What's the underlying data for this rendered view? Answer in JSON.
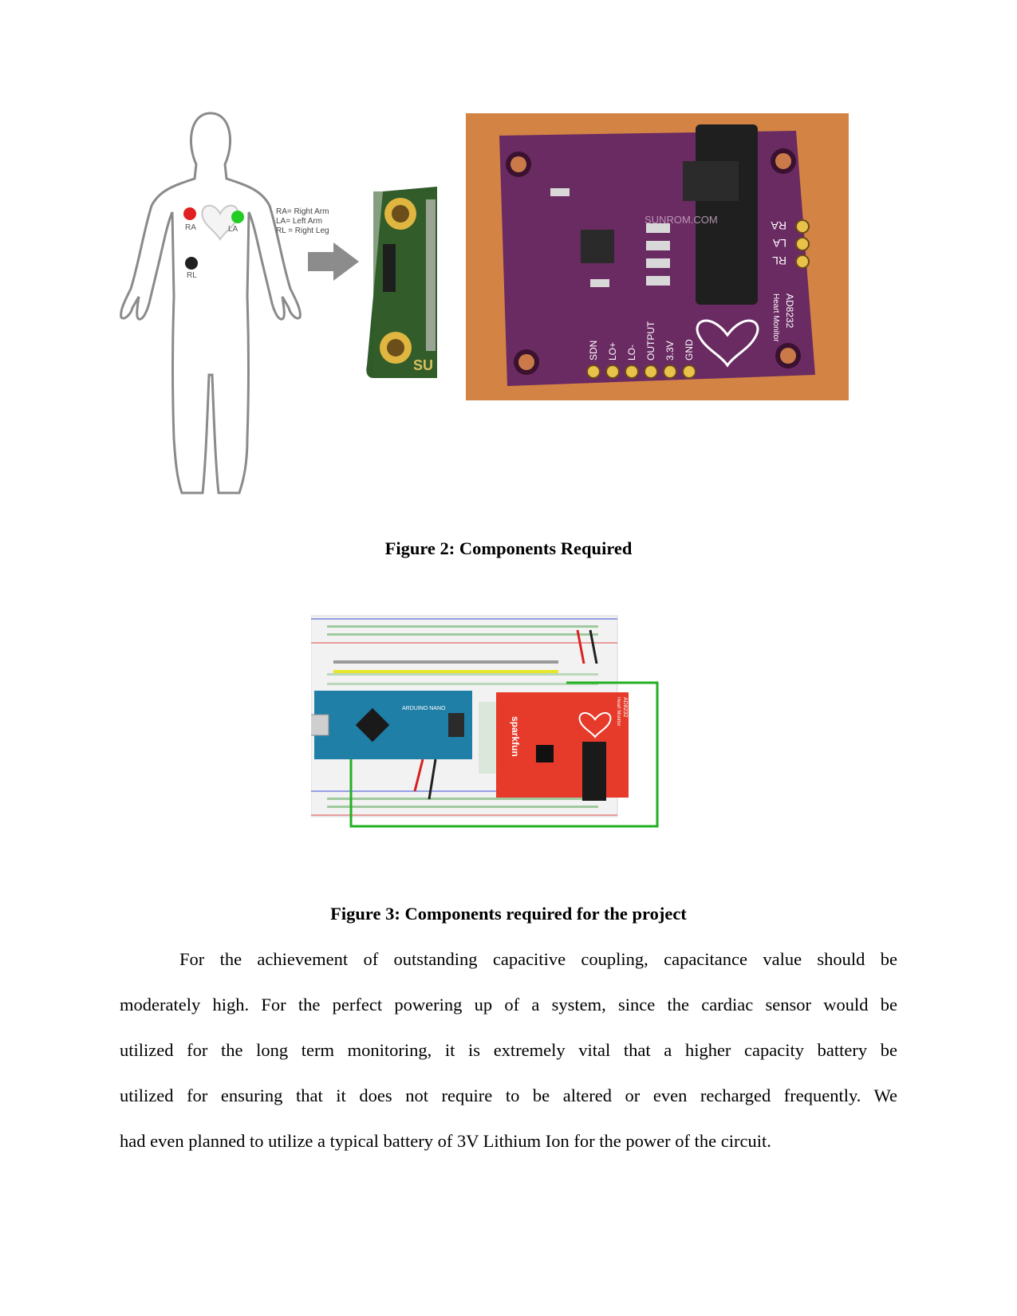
{
  "figure2": {
    "caption": "Figure 2: Components Required",
    "body_labels": {
      "ra": "RA",
      "la": "LA",
      "rl": "RL"
    },
    "legend": [
      "RA= Right Arm",
      "LA= Left Arm",
      "RL = Right Leg"
    ],
    "board_edge_labels": [
      "RA",
      "LA",
      "RL"
    ],
    "board_pin_labels": [
      "SDN",
      "LO+",
      "LO-",
      "OUTPUT",
      "3.3V",
      "GND"
    ],
    "board_model": "AD8232",
    "board_subtitle": "Heart Monitor",
    "board_watermark": "SUNROM.COM",
    "closeup_text": "SU"
  },
  "figure3": {
    "caption": "Figure 3: Components required for the project",
    "arduino_label": "ARDUINO NANO",
    "sensor_brand": "sparkfun",
    "sensor_model": "AD8232",
    "sensor_subtitle": "Heart Monitor"
  },
  "paragraph": {
    "lines": [
      "For the achievement of outstanding capacitive coupling, capacitance value should be",
      "moderately high. For the perfect powering  up of a system, since the cardiac sensor would be",
      "utilized  for the long term  monitoring,  it is extremely vital that  a higher capacity battery  be",
      "utilized  for  ensuring  that  it does  not  require  to  be altered  or even recharged frequently. We",
      "had even planned to utilize a typical battery of 3V Lithium Ion for the power of the circuit."
    ]
  }
}
